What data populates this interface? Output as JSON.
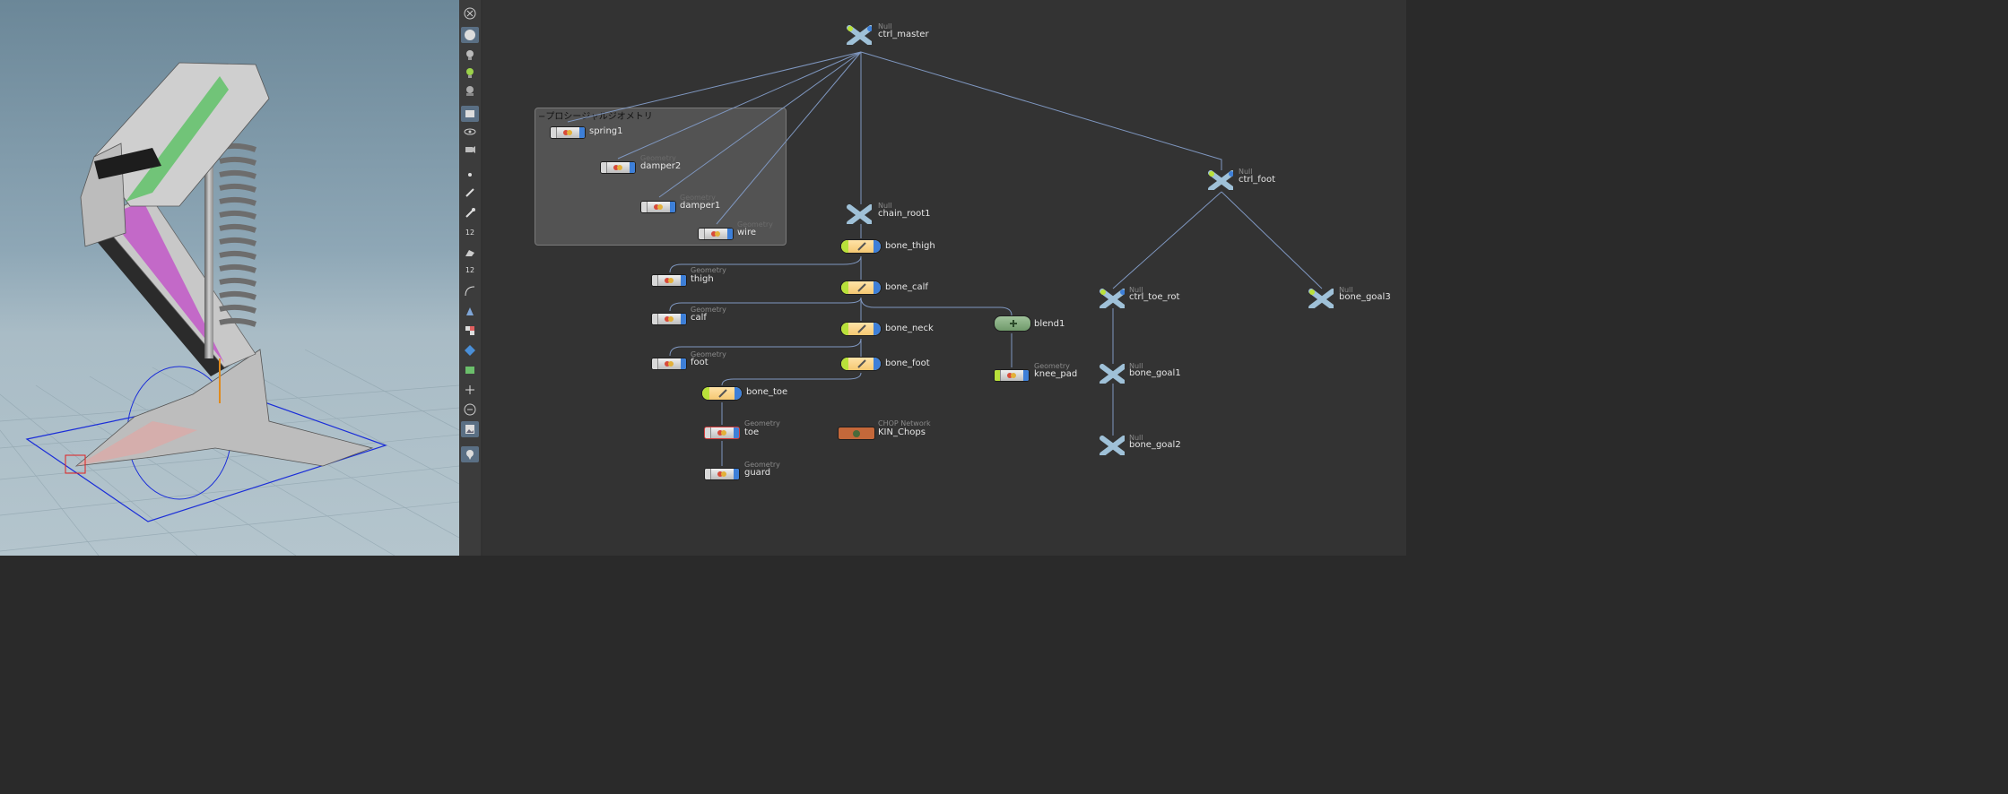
{
  "netbox": {
    "title": "プロシージャルジオメトリ"
  },
  "toolbar": {
    "icons": [
      "close-icon",
      "sphere-icon",
      "light-bulb-icon",
      "light-icon",
      "camera-light-icon",
      "handle-icon",
      "eye-icon",
      "render-camera-icon",
      "point-icon",
      "bone-icon",
      "pin-icon",
      "number-12-icon",
      "paint-icon",
      "number-12b-icon",
      "curve-icon",
      "select-icon",
      "checker-icon",
      "diamond-icon",
      "camera-icon",
      "joint-icon",
      "list-icon",
      "image-icon",
      "info-icon"
    ],
    "number_label_a": "12",
    "number_label_b": "12"
  },
  "nodes": {
    "ctrl_master": {
      "type": "Null",
      "name": "ctrl_master"
    },
    "spring1": {
      "type": "",
      "name": "spring1"
    },
    "damper2": {
      "type": "Geometry",
      "name": "damper2"
    },
    "damper1": {
      "type": "Geometry",
      "name": "damper1"
    },
    "wire": {
      "type": "Geometry",
      "name": "wire"
    },
    "chain_root1": {
      "type": "Null",
      "name": "chain_root1"
    },
    "bone_thigh": {
      "type": "",
      "name": "bone_thigh"
    },
    "thigh": {
      "type": "Geometry",
      "name": "thigh"
    },
    "bone_calf": {
      "type": "",
      "name": "bone_calf"
    },
    "calf": {
      "type": "Geometry",
      "name": "calf"
    },
    "bone_neck": {
      "type": "",
      "name": "bone_neck"
    },
    "foot": {
      "type": "Geometry",
      "name": "foot"
    },
    "bone_foot": {
      "type": "",
      "name": "bone_foot"
    },
    "bone_toe": {
      "type": "",
      "name": "bone_toe"
    },
    "toe": {
      "type": "Geometry",
      "name": "toe"
    },
    "guard": {
      "type": "Geometry",
      "name": "guard"
    },
    "kin_chops": {
      "type": "CHOP Network",
      "name": "KIN_Chops"
    },
    "blend1": {
      "type": "",
      "name": "blend1"
    },
    "knee_pad": {
      "type": "Geometry",
      "name": "knee_pad"
    },
    "ctrl_foot": {
      "type": "Null",
      "name": "ctrl_foot"
    },
    "ctrl_toe_rot": {
      "type": "Null",
      "name": "ctrl_toe_rot"
    },
    "bone_goal1": {
      "type": "Null",
      "name": "bone_goal1"
    },
    "bone_goal2": {
      "type": "Null",
      "name": "bone_goal2"
    },
    "bone_goal3": {
      "type": "Null",
      "name": "bone_goal3"
    }
  },
  "colors": {
    "wire": "#7f97c0",
    "bone_fill": "#f5c872",
    "geometry_fill": "#d9d9d9",
    "null_fill": "#9fc1d8",
    "chop_fill": "#c4683a",
    "blend_fill": "#8fb08a",
    "highlight_green": "#b9e13a",
    "highlight_blue": "#3d7fd8"
  }
}
